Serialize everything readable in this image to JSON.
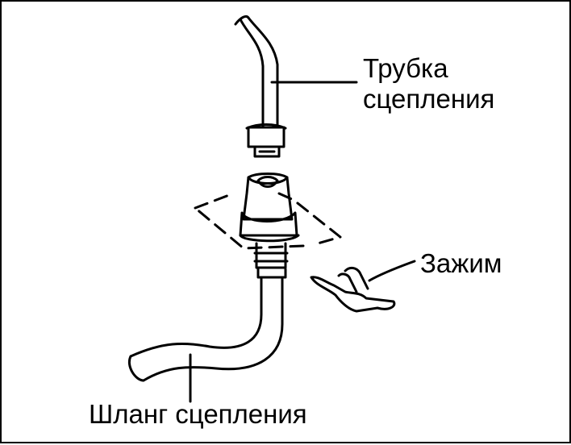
{
  "labels": {
    "clutch_pipe_line1": "Трубка",
    "clutch_pipe_line2": "сцепления",
    "clamp": "Зажим",
    "clutch_hose": "Шланг сцепления"
  },
  "colors": {
    "line": "#000000",
    "background": "#ffffff"
  }
}
